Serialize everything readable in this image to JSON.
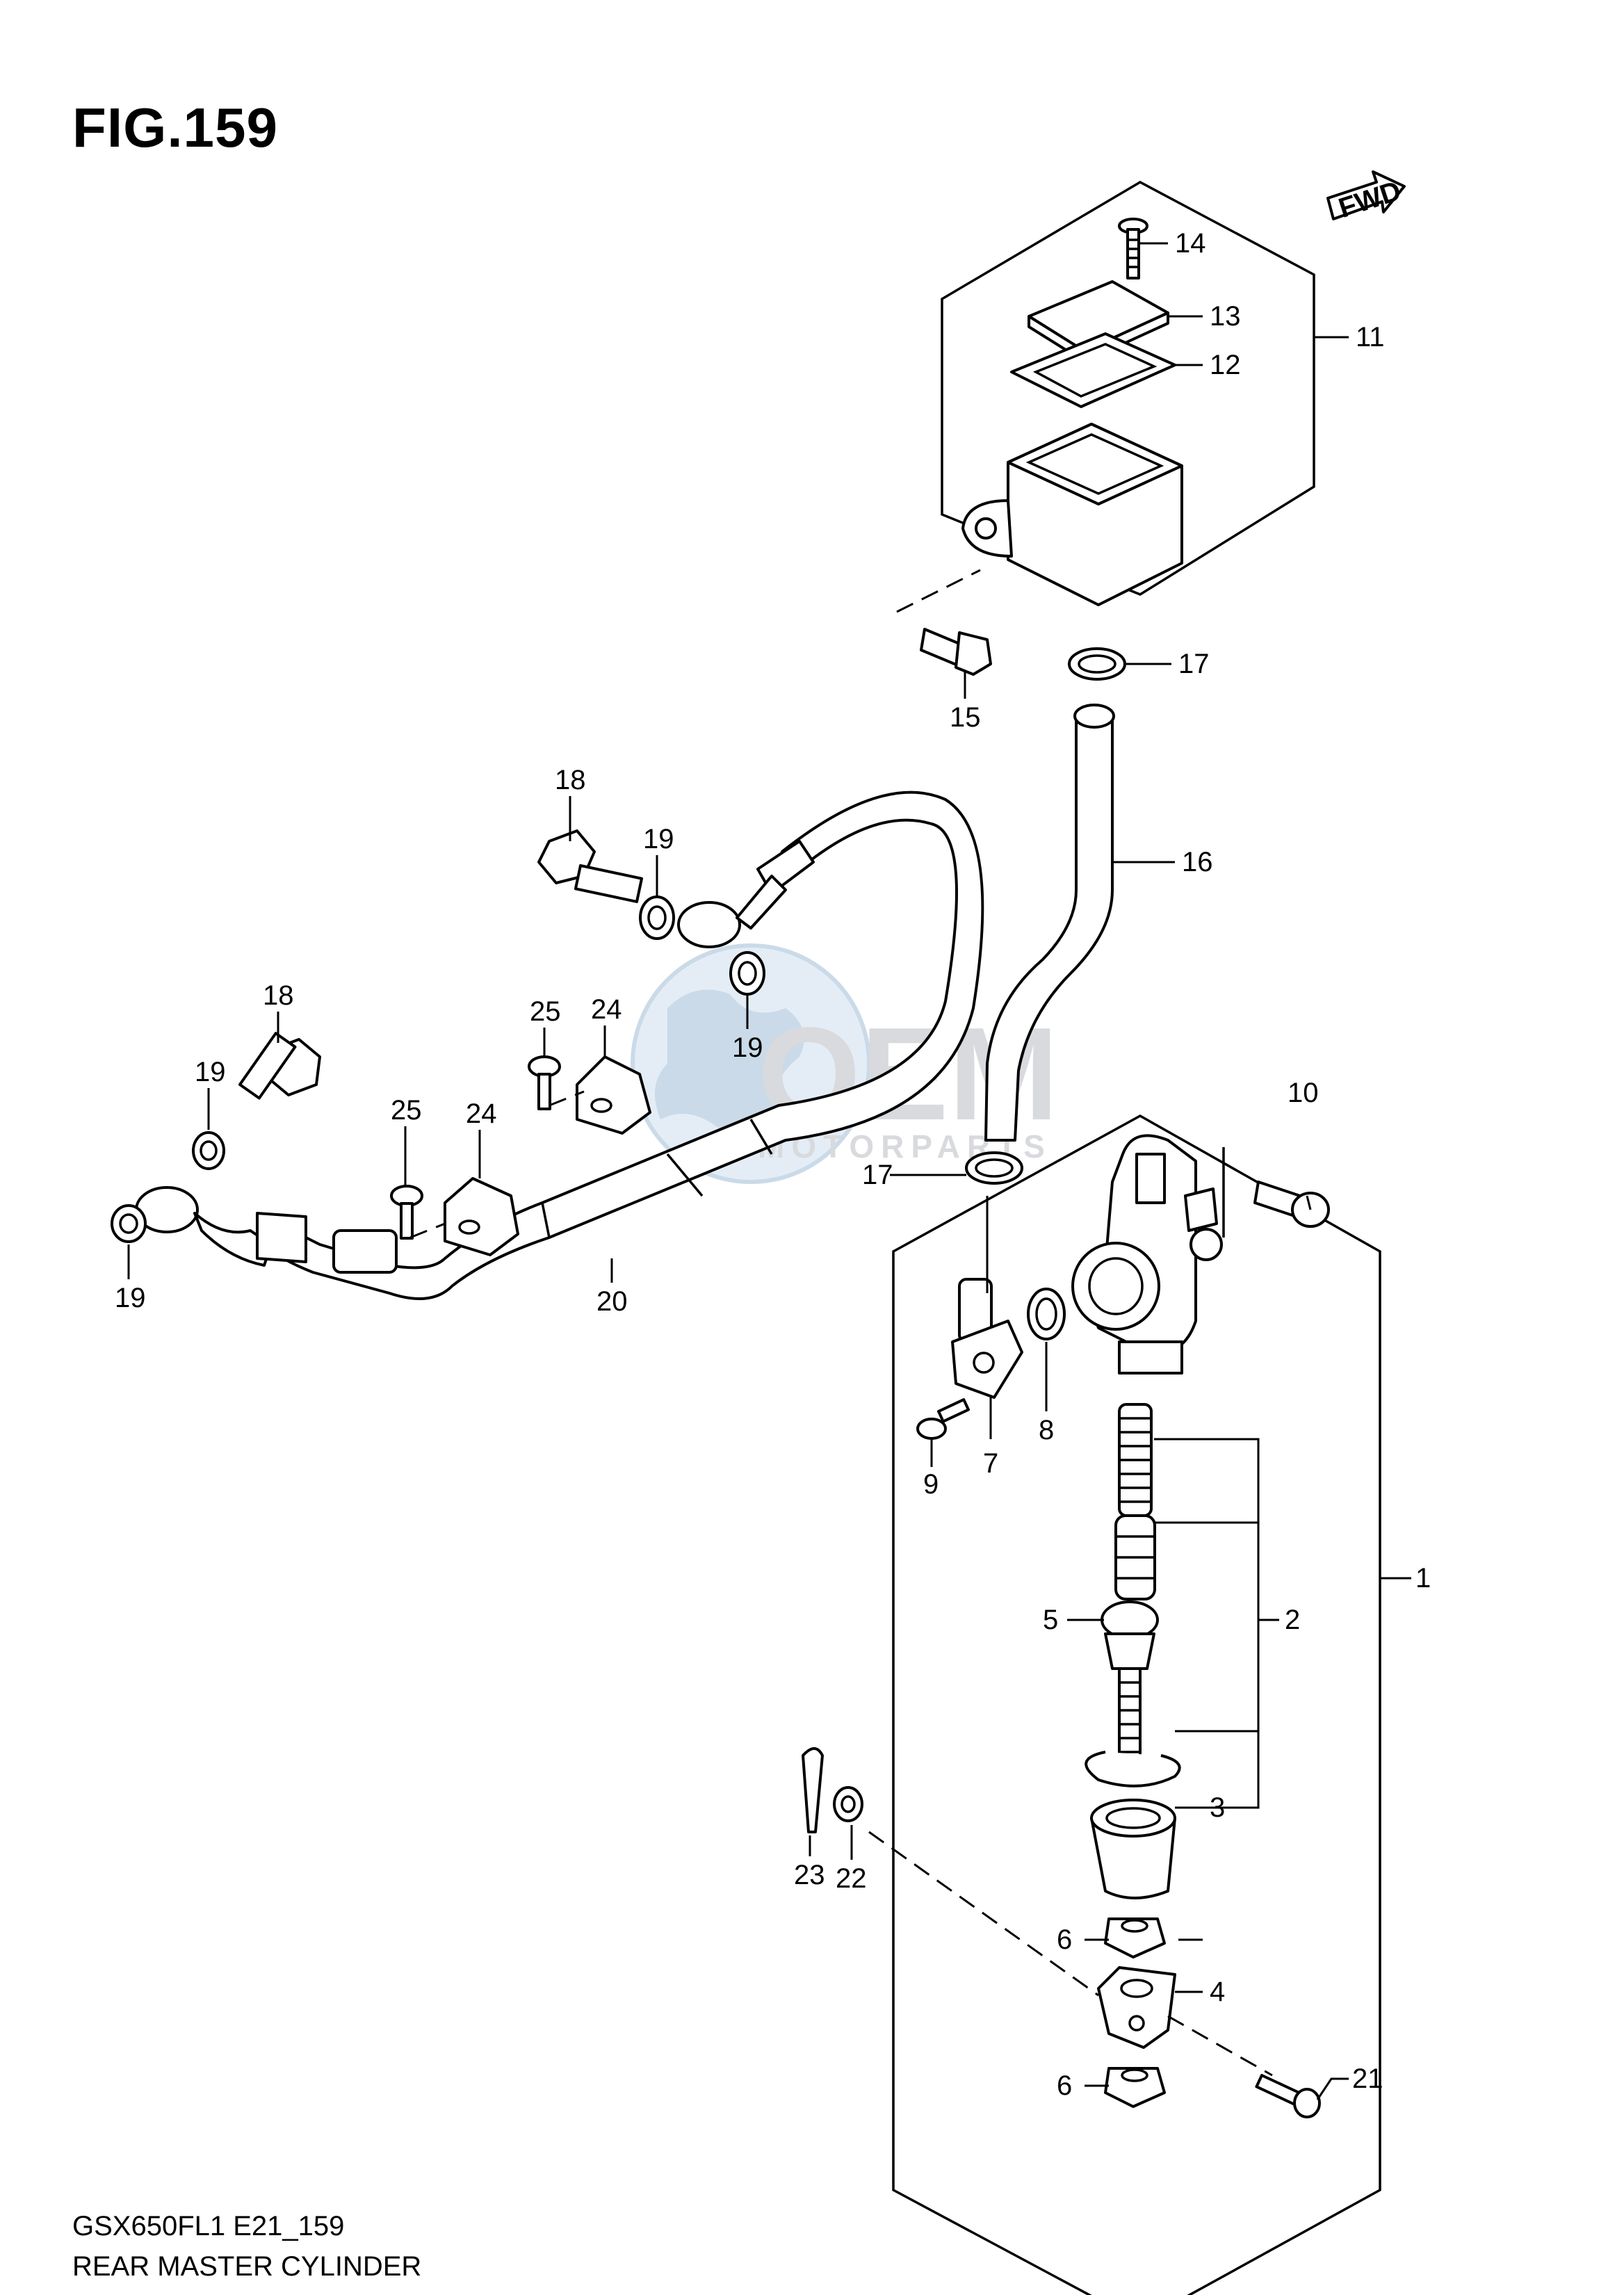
{
  "figure": {
    "title": "FIG.159",
    "code": "GSX650FL1 E21_159",
    "caption": "REAR MASTER CYLINDER",
    "fwd_label": "FWD"
  },
  "watermark": {
    "brand": "OEM",
    "tagline": "MOTORPARTS"
  },
  "parts": [
    {
      "no": "1"
    },
    {
      "no": "2"
    },
    {
      "no": "3"
    },
    {
      "no": "4"
    },
    {
      "no": "5"
    },
    {
      "no": "6"
    },
    {
      "no": "6"
    },
    {
      "no": "7"
    },
    {
      "no": "8"
    },
    {
      "no": "9"
    },
    {
      "no": "10"
    },
    {
      "no": "11"
    },
    {
      "no": "12"
    },
    {
      "no": "13"
    },
    {
      "no": "14"
    },
    {
      "no": "15"
    },
    {
      "no": "16"
    },
    {
      "no": "17"
    },
    {
      "no": "17"
    },
    {
      "no": "18"
    },
    {
      "no": "18"
    },
    {
      "no": "19"
    },
    {
      "no": "19"
    },
    {
      "no": "19"
    },
    {
      "no": "19"
    },
    {
      "no": "20"
    },
    {
      "no": "21"
    },
    {
      "no": "22"
    },
    {
      "no": "23"
    },
    {
      "no": "24"
    },
    {
      "no": "24"
    },
    {
      "no": "25"
    },
    {
      "no": "25"
    }
  ]
}
